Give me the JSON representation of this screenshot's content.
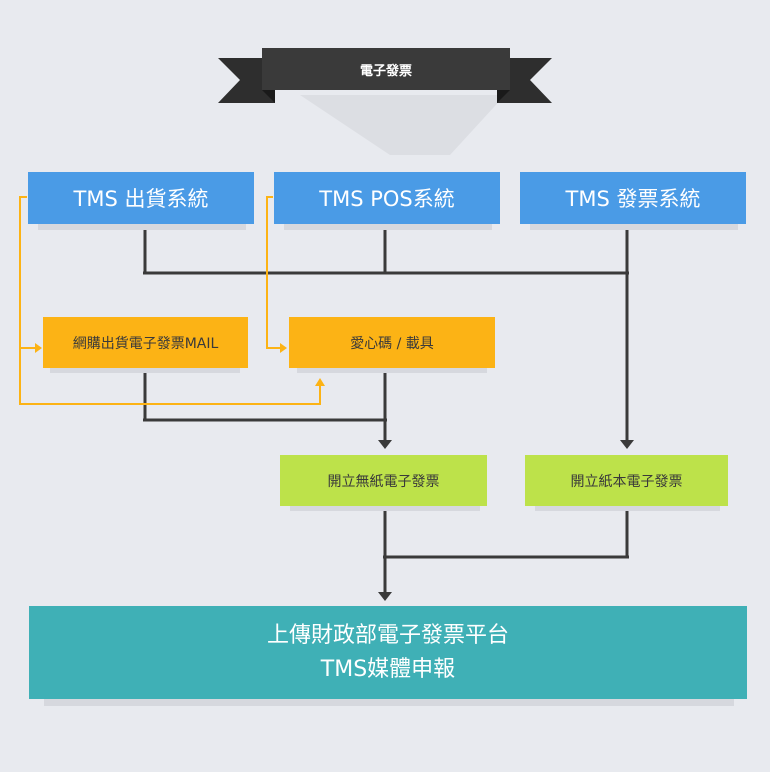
{
  "banner": {
    "title": "電子發票"
  },
  "systems": {
    "shipping": "TMS 出貨系統",
    "pos": "TMS POS系統",
    "invoice": "TMS 發票系統"
  },
  "intermediate": {
    "mail": "網購出貨電子發票MAIL",
    "carrier": "愛心碼 / 載具"
  },
  "outputs": {
    "paperless": "開立無紙電子發票",
    "paper": "開立紙本電子發票"
  },
  "final": {
    "line1": "上傳財政部電子發票平台",
    "line2": "TMS媒體申報"
  },
  "colors": {
    "background": "#e8eaef",
    "banner": "#3a3a3a",
    "system_box": "#4a9be6",
    "intermediate_box": "#fcb315",
    "output_box": "#bde24a",
    "final_box": "#3fb0b6",
    "connector": "#3a3a3a",
    "feedback_connector": "#fcb315"
  }
}
